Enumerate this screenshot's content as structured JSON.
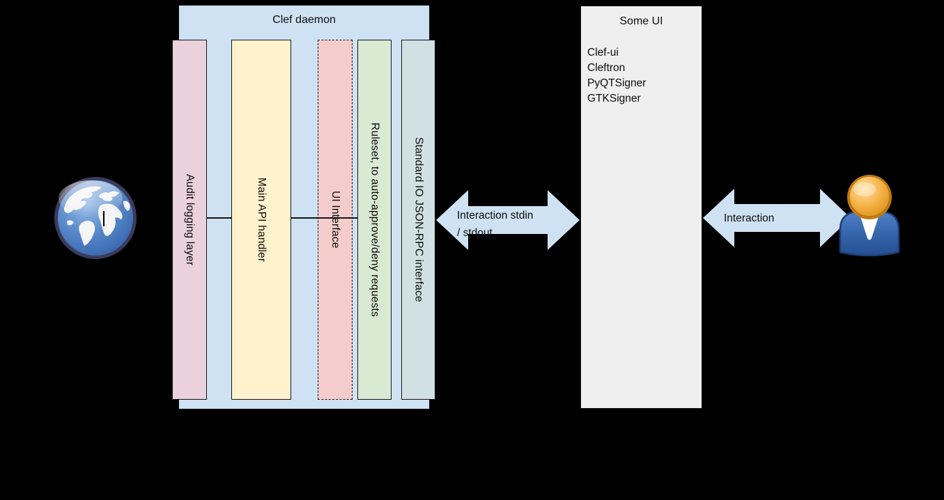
{
  "background_color": "#000000",
  "clef_daemon": {
    "title": "Clef daemon",
    "box_color": "#cfe2f3",
    "layers": [
      {
        "label": "Audit logging layer",
        "color": "#ead1dc",
        "border": "solid"
      },
      {
        "label": "Main API handler",
        "color": "#fff2cc",
        "border": "solid"
      },
      {
        "label": "UI Interface",
        "color": "#f4cccc",
        "border": "dashed"
      },
      {
        "label": "Ruleset, to auto-approve/deny requests",
        "color": "#d9ead3",
        "border": "solid"
      },
      {
        "label": "Standard IO JSON-RPC interface",
        "color": "#d0e0e3",
        "border": "solid"
      }
    ]
  },
  "some_ui": {
    "title": "Some UI",
    "box_color": "#efefef",
    "items": [
      "Clef-ui",
      "Cleftron",
      "PyQTSigner",
      "GTKSigner"
    ]
  },
  "arrows": [
    {
      "name": "clef-to-someui",
      "color": "#cfe2f3",
      "lines": [
        "Interaction stdin",
        "/ stdout"
      ]
    },
    {
      "name": "someui-to-user",
      "color": "#cfe2f3",
      "lines": [
        "Interaction"
      ]
    }
  ],
  "icons": [
    {
      "name": "globe-icon"
    },
    {
      "name": "user-icon"
    }
  ]
}
